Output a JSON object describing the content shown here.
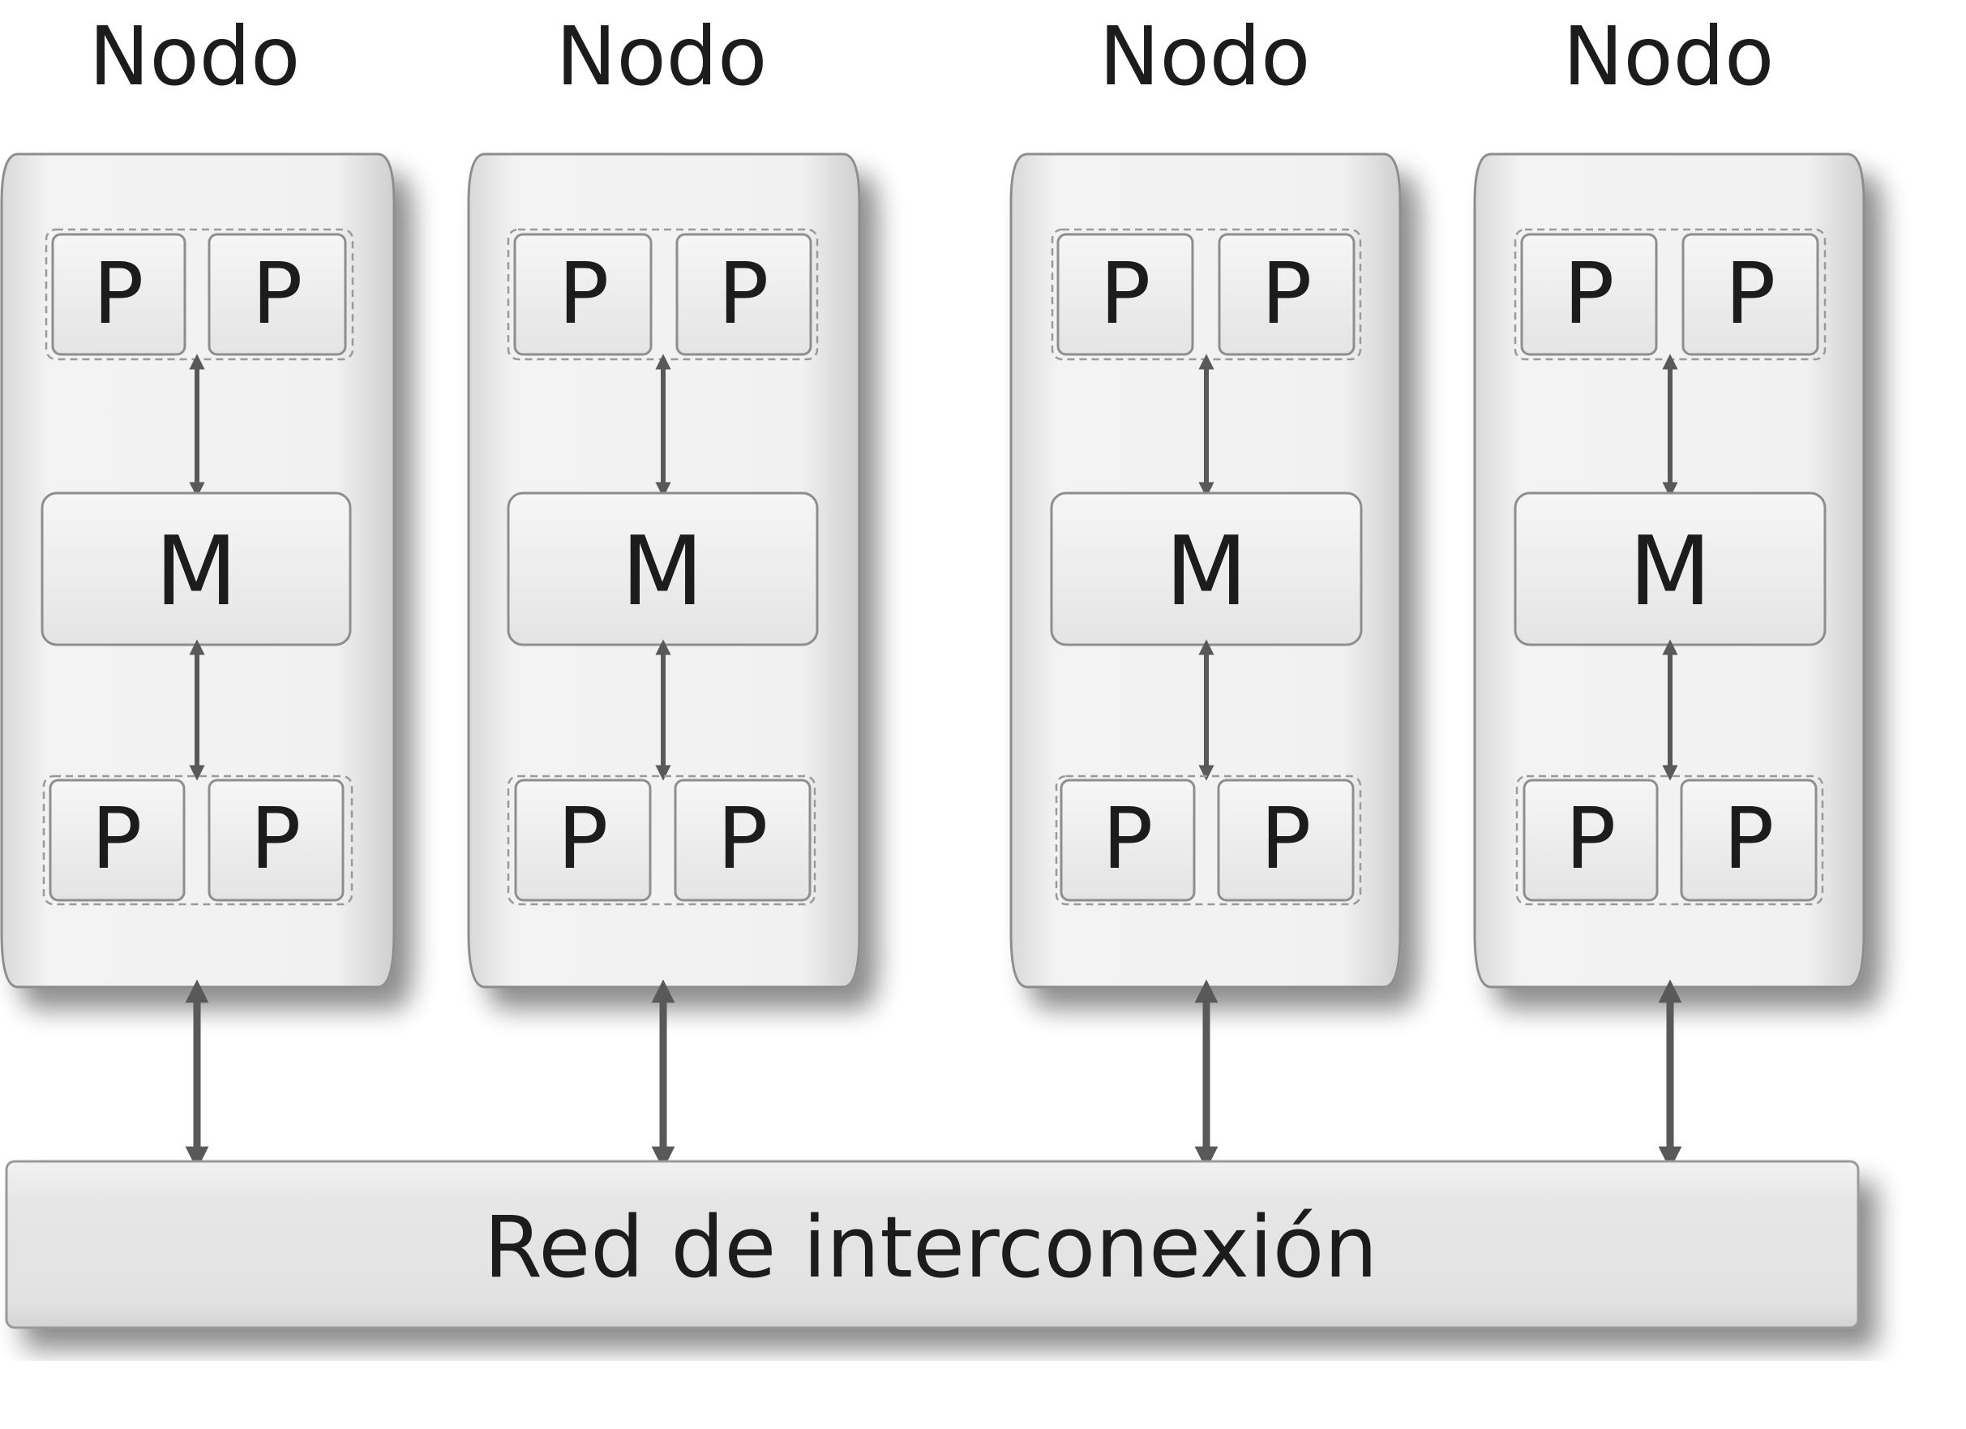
{
  "nodes": [
    {
      "title": "Nodo",
      "memory": "M",
      "processors_top": [
        "P",
        "P"
      ],
      "processors_bottom": [
        "P",
        "P"
      ]
    },
    {
      "title": "Nodo",
      "memory": "M",
      "processors_top": [
        "P",
        "P"
      ],
      "processors_bottom": [
        "P",
        "P"
      ]
    },
    {
      "title": "Nodo",
      "memory": "M",
      "processors_top": [
        "P",
        "P"
      ],
      "processors_bottom": [
        "P",
        "P"
      ]
    },
    {
      "title": "Nodo",
      "memory": "M",
      "processors_top": [
        "P",
        "P"
      ],
      "processors_bottom": [
        "P",
        "P"
      ]
    }
  ],
  "network": {
    "label": "Red de interconexión"
  }
}
